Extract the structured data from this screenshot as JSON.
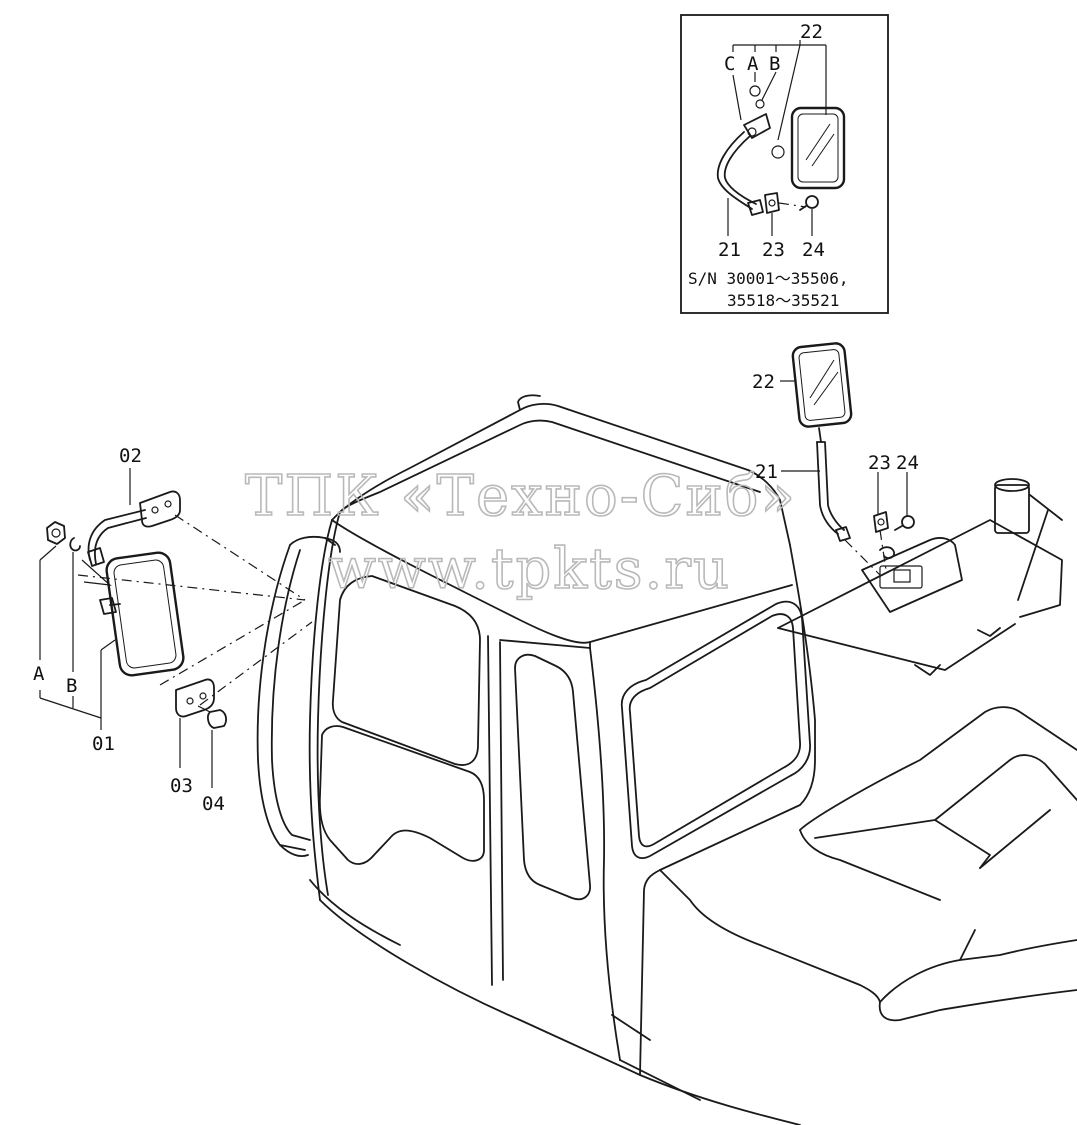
{
  "inset": {
    "part_labels": {
      "p22": "22",
      "pC": "C",
      "pA": "A",
      "pB": "B",
      "p21": "21",
      "p23": "23",
      "p24": "24"
    },
    "serial_line1": "S/N 30001～35506,",
    "serial_line2": "35518～35521"
  },
  "left_group": {
    "p02": "02",
    "pA": "A",
    "pB": "B",
    "p01": "01",
    "p03": "03",
    "p04": "04"
  },
  "right_group": {
    "p22": "22",
    "p21": "21",
    "p23": "23",
    "p24": "24"
  },
  "watermark": {
    "line1": "ТПК «Техно-Сиб»",
    "line2": "www.tpkts.ru"
  },
  "colors": {
    "line": "#1a1a1a",
    "watermark": "#b9b9b9",
    "background": "#ffffff"
  }
}
